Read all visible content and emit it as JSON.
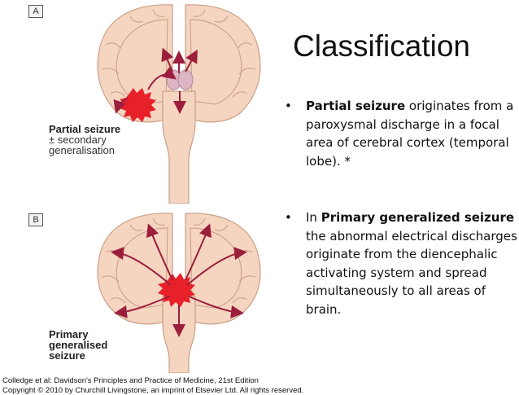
{
  "slide": {
    "title": "Classification",
    "bullets": [
      {
        "bold": "Partial seizure",
        "rest": " originates from a paroxysmal discharge in a focal area of cerebral cortex (temporal lobe). *"
      },
      {
        "pre": "In ",
        "bold": "Primary generalized seizure",
        "rest": " the abnormal electrical discharges originate from the diencephalic activating system and spread simultaneously to all areas of brain."
      }
    ]
  },
  "figure": {
    "panel_a": {
      "label": "A",
      "caption_bold": "Partial seizure",
      "caption_line2": "± secondary",
      "caption_line3": "generalisation"
    },
    "panel_b": {
      "label": "B",
      "caption_line1": "Primary",
      "caption_line2": "generalised",
      "caption_line3": "seizure"
    },
    "credit": "Colledge et al: Davidson's Principles and Practice of Medicine, 21st Edition",
    "credit_line2": "Copyright © 2010 by Churchill Livingstone, an imprint of Elsevier Ltd. All rights reserved."
  },
  "colors": {
    "brain_fill": "#f5d4c0",
    "brain_outline": "#c9a084",
    "gyri_lines": "#c69d82",
    "focus_red": "#e8202a",
    "arrow": "#9b1e3c",
    "thalamus": "#dcb4c4"
  }
}
